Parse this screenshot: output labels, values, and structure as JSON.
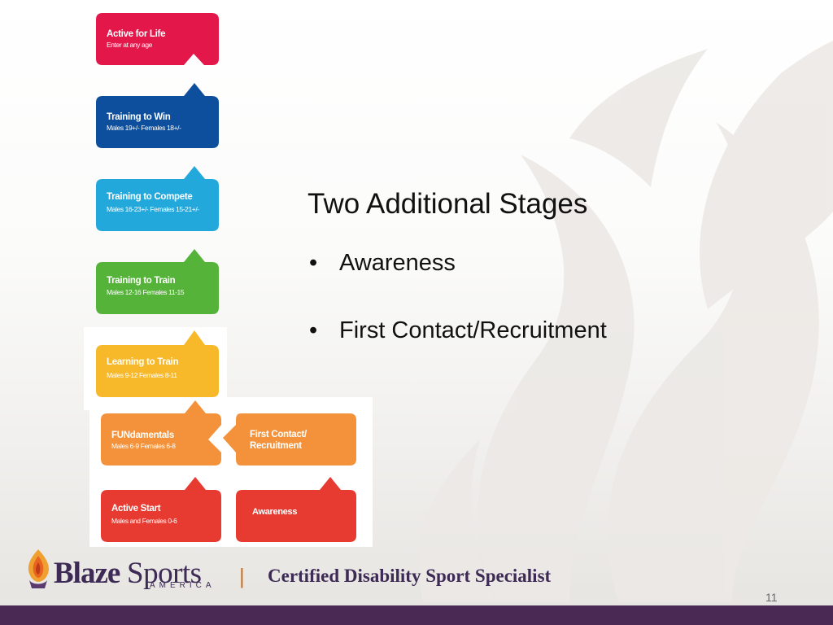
{
  "stages_left": [
    {
      "title": "Active for Life",
      "subtitle": "Enter at any age",
      "color": "#e4174b"
    },
    {
      "title": "Training to Win",
      "subtitle": "Males 19+/- Females 18+/-",
      "color": "#0d4f9c"
    },
    {
      "title": "Training to Compete",
      "subtitle": "Males 16-23+/- Females 15-21+/-",
      "color": "#23a8dc"
    },
    {
      "title": "Training to Train",
      "subtitle": "Males 12-16 Females 11-15",
      "color": "#55b33a"
    },
    {
      "title": "Learning to Train",
      "subtitle": "Males 9-12 Females 8-11",
      "color": "#f7b82a"
    },
    {
      "title": "FUNdamentals",
      "subtitle": "Males 6-9  Females 6-8",
      "color": "#f3923a"
    },
    {
      "title": "Active Start",
      "subtitle": "Males and  Females 0-6",
      "color": "#e73a30"
    }
  ],
  "stages_right": [
    {
      "title_line1": "First Contact/",
      "title_line2": "Recruitment",
      "color": "#f3923a"
    },
    {
      "title": "Awareness",
      "color": "#e73a30"
    }
  ],
  "content": {
    "title": "Two Additional Stages",
    "bullets": [
      "Awareness",
      "First Contact/Recruitment"
    ],
    "bullet_char": "•"
  },
  "footer": {
    "brand_part1": "Blaze",
    "brand_part2": "Sports",
    "brand_sub": "AMERICA",
    "divider": "|",
    "tagline": "Certified Disability Sport Specialist",
    "page_number": "11",
    "bar_color": "#4a2a55"
  }
}
